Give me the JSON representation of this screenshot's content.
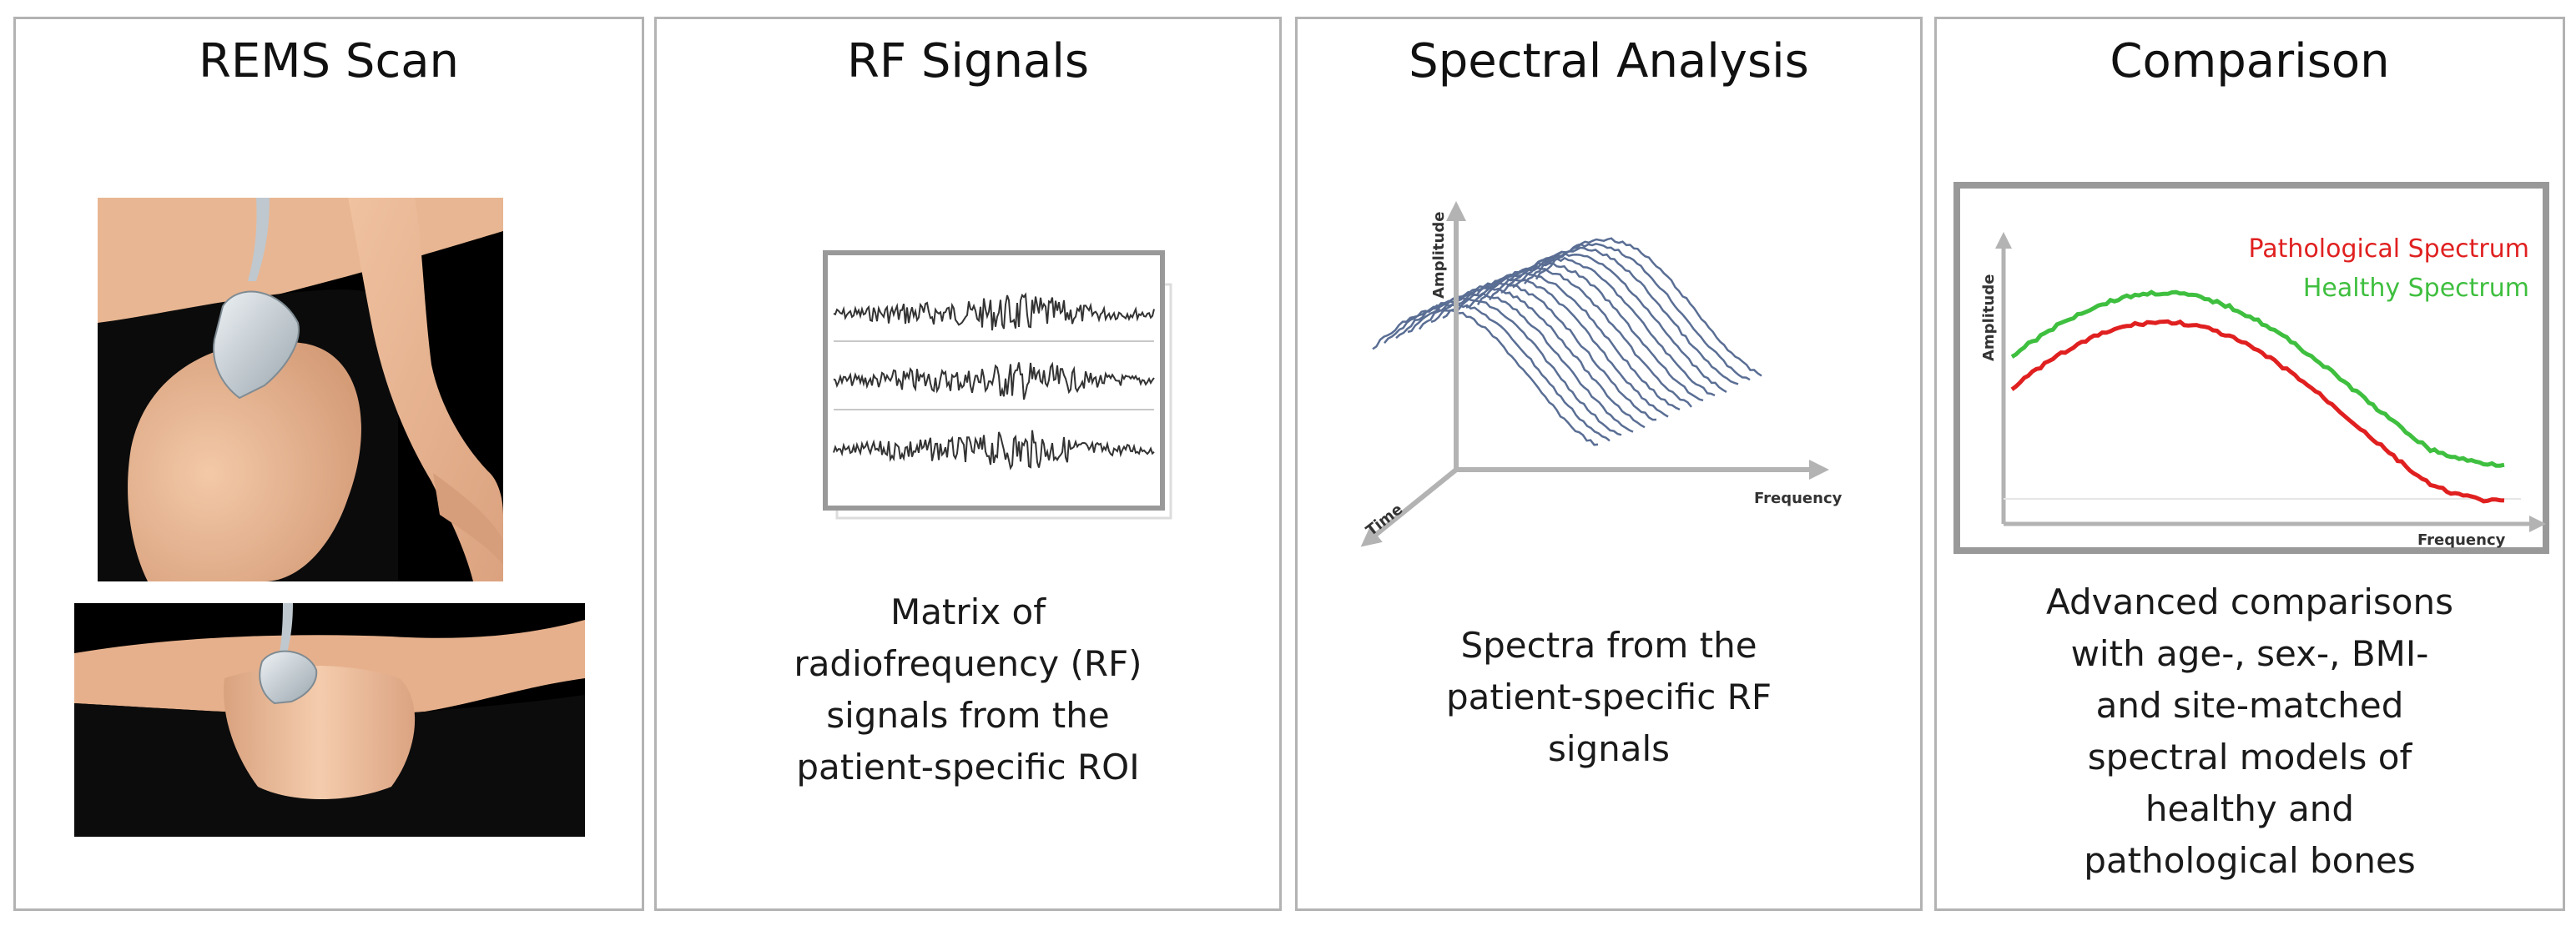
{
  "panels": [
    {
      "title": "REMS Scan",
      "caption": []
    },
    {
      "title": "RF Signals",
      "caption": [
        "Matrix of",
        "radiofrequency (RF)",
        "signals from the",
        "patient-specific ROI"
      ]
    },
    {
      "title": "Spectral Analysis",
      "caption": [
        "Spectra from the",
        "patient-specific RF",
        "signals"
      ],
      "axes": {
        "y": "Amplitude",
        "x": "Frequency",
        "z": "Time"
      }
    },
    {
      "title": "Comparison",
      "caption": [
        "Advanced comparisons",
        "with age-, sex-, BMI-",
        "and site-matched",
        "spectral models of",
        "healthy and",
        "pathological bones"
      ],
      "axes": {
        "y": "Amplitude",
        "x": "Frequency"
      },
      "legend": [
        {
          "label": "Pathological Spectrum",
          "color": "#e02020"
        },
        {
          "label": "Healthy Spectrum",
          "color": "#3fbf3f"
        }
      ]
    }
  ],
  "colors": {
    "panel_border": "#b3b3b3",
    "spectra_line": "#5a6e94",
    "rf_trace": "#333333",
    "probe": "#c9d2d8",
    "skin": "#e9b793",
    "clothing": "#0d0d0d"
  }
}
